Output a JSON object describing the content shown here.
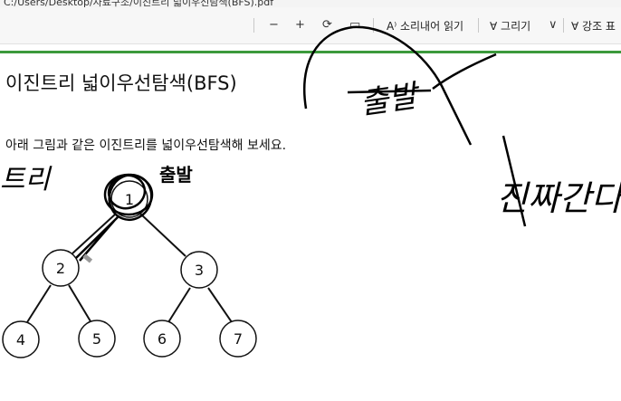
{
  "address_bar": {
    "path": "C:/Users/Desktop/자료구조/이진트리 넓이우선탐색(BFS).pdf"
  },
  "toolbar": {
    "items": [
      {
        "icon": "minus-icon",
        "label": "−"
      },
      {
        "icon": "plus-icon",
        "label": "+"
      },
      {
        "icon": "rotate-icon",
        "label": "⟳"
      },
      {
        "icon": "fit-page-icon",
        "label": "▭"
      },
      {
        "icon": "read-aloud-icon",
        "label": "A⁾ 소리내어 읽기"
      },
      {
        "icon": "draw-icon",
        "label": "∀ 그리기"
      },
      {
        "icon": "chevron-down-icon",
        "label": "∨"
      },
      {
        "icon": "highlight-icon",
        "label": "∀ 강조 표"
      }
    ]
  },
  "document": {
    "title": "이진트리 넓이우선탐색(BFS)",
    "question": "아래 그림과 같은 이진트리를 넓이우선탐색해 보세요."
  },
  "tree": {
    "nodes": [
      {
        "id": "1",
        "label": "1"
      },
      {
        "id": "2",
        "label": "2"
      },
      {
        "id": "3",
        "label": "3"
      },
      {
        "id": "4",
        "label": "4"
      },
      {
        "id": "5",
        "label": "5"
      },
      {
        "id": "6",
        "label": "6"
      },
      {
        "id": "7",
        "label": "7"
      }
    ],
    "edges": [
      [
        "1",
        "2"
      ],
      [
        "1",
        "3"
      ],
      [
        "2",
        "4"
      ],
      [
        "2",
        "5"
      ],
      [
        "3",
        "6"
      ],
      [
        "3",
        "7"
      ]
    ]
  },
  "annotations": {
    "left_scribble": "트리",
    "near_root": "출발",
    "top_right": "출발",
    "right": "진짜간다"
  },
  "colors": {
    "accent": "#3c9a3c",
    "ink": "#000000"
  }
}
